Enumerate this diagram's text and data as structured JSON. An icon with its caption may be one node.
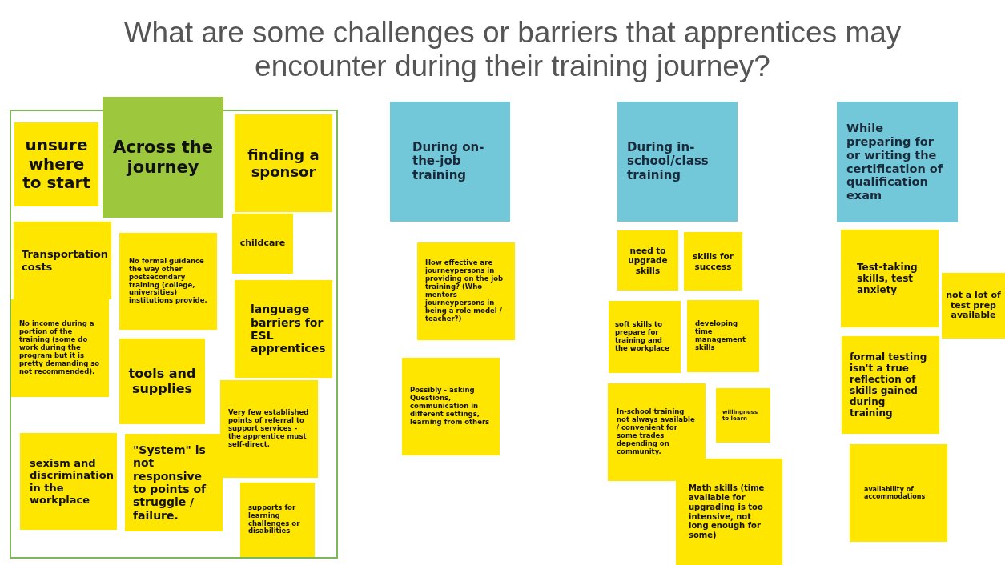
{
  "diagram": {
    "title": "What are some challenges or barriers that apprentices may encounter during their training journey?",
    "nodes": [
      {
        "text": [],
        "shape": "box"
      },
      {
        "text": [
          "unsure where to start"
        ],
        "in": 0
      },
      {
        "text": [
          "Across the journey"
        ]
      },
      {
        "text": [
          "finding a sponsor"
        ],
        "in": 0
      },
      {
        "text": [
          "childcare"
        ],
        "in": 0
      },
      {
        "text": [
          "Transportation costs"
        ],
        "in": 0
      },
      {
        "text": [
          "No formal guidance the way other postsecondary training (college, universities) institutions provide."
        ],
        "in": 0
      },
      {
        "text": [
          "No income during a portion of the training (some do work during the program but it is pretty demanding so not recommended)."
        ],
        "in": 0
      },
      {
        "text": [
          "language barriers for ESL apprentices"
        ],
        "in": 0
      },
      {
        "text": [
          "tools and supplies"
        ],
        "in": 0
      },
      {
        "text": [
          "Very few established points of referral to support services - the apprentice must self-direct."
        ],
        "in": 0
      },
      {
        "text": [
          "sexism and discrimination in the workplace"
        ],
        "in": 0
      },
      {
        "text": [
          "\"System\" is not responsive to points of struggle / failure."
        ],
        "in": 0
      },
      {
        "text": [
          "supports for learning challenges or disabilities"
        ],
        "in": 0
      },
      {
        "text": [
          "During on-the-job training"
        ]
      },
      {
        "text": [
          "How effective are journeypersons in providing on the job training? (Who mentors journeypersons in being a role model / teacher?)"
        ]
      },
      {
        "text": [
          "Possibly - asking Questions, communication in different settings, learning from others"
        ]
      },
      {
        "text": [
          "During in-school/class training"
        ]
      },
      {
        "text": [
          "need to upgrade skills"
        ]
      },
      {
        "text": [
          "skills for success"
        ]
      },
      {
        "text": [
          "soft skills to prepare for training and the workplace"
        ]
      },
      {
        "text": [
          "developing time management skills"
        ]
      },
      {
        "text": [
          "In-school training not always available / convenient for some trades depending on community."
        ]
      },
      {
        "text": [
          "willingness to learn"
        ]
      },
      {
        "text": [
          "Math skills (time available for upgrading is too intensive, not long enough for some)"
        ]
      },
      {
        "text": [
          "While preparing for or writing the certification of qualification exam"
        ]
      },
      {
        "text": [
          "Test-taking skills, test anxiety"
        ]
      },
      {
        "text": [
          "not a lot of test prep available"
        ]
      },
      {
        "text": [
          "formal testing isn't a true reflection of skills gained during training"
        ]
      },
      {
        "text": [
          "availability of accommodations"
        ]
      }
    ]
  }
}
